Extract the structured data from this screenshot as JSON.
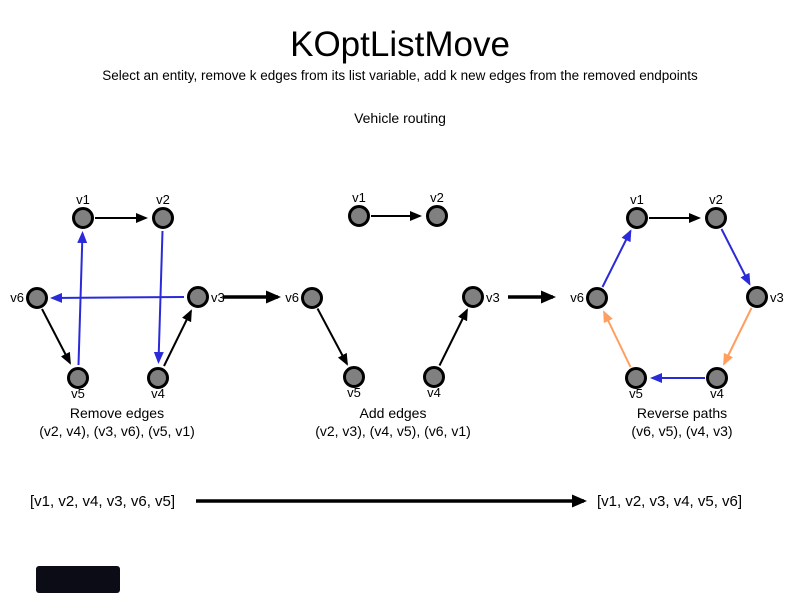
{
  "header": {
    "title": "KOptListMove",
    "subtitle": "Select an entity, remove k edges from its list variable, add k new edges from the removed endpoints",
    "context_label": "Vehicle routing"
  },
  "colors": {
    "node_fill": "#808080",
    "edge_default": "#000000",
    "edge_blue": "#2a2ad9",
    "edge_orange": "#ff9e5e"
  },
  "panels": [
    {
      "caption": "Remove edges",
      "detail": "(v2, v4), (v3, v6), (v5, v1)",
      "nodes": {
        "v1": "v1",
        "v2": "v2",
        "v3": "v3",
        "v4": "v4",
        "v5": "v5",
        "v6": "v6"
      },
      "edges": [
        {
          "from": "v1",
          "to": "v2",
          "color": "black"
        },
        {
          "from": "v6",
          "to": "v5",
          "color": "black"
        },
        {
          "from": "v4",
          "to": "v3",
          "color": "black"
        },
        {
          "from": "v5",
          "to": "v1",
          "color": "blue"
        },
        {
          "from": "v2",
          "to": "v4",
          "color": "blue"
        },
        {
          "from": "v3",
          "to": "v6",
          "color": "blue"
        }
      ]
    },
    {
      "caption": "Add edges",
      "detail": "(v2, v3), (v4, v5), (v6, v1)",
      "nodes": {
        "v1": "v1",
        "v2": "v2",
        "v3": "v3",
        "v4": "v4",
        "v5": "v5",
        "v6": "v6"
      },
      "edges": [
        {
          "from": "v1",
          "to": "v2",
          "color": "black"
        },
        {
          "from": "v6",
          "to": "v5",
          "color": "black"
        },
        {
          "from": "v4",
          "to": "v3",
          "color": "black"
        }
      ]
    },
    {
      "caption": "Reverse paths",
      "detail": "(v6, v5), (v4, v3)",
      "nodes": {
        "v1": "v1",
        "v2": "v2",
        "v3": "v3",
        "v4": "v4",
        "v5": "v5",
        "v6": "v6"
      },
      "edges": [
        {
          "from": "v1",
          "to": "v2",
          "color": "black"
        },
        {
          "from": "v2",
          "to": "v3",
          "color": "blue"
        },
        {
          "from": "v3",
          "to": "v4",
          "color": "orange"
        },
        {
          "from": "v4",
          "to": "v5",
          "color": "blue"
        },
        {
          "from": "v5",
          "to": "v6",
          "color": "orange"
        },
        {
          "from": "v6",
          "to": "v1",
          "color": "blue"
        }
      ]
    }
  ],
  "transformation": {
    "before_list": "[v1, v2, v4, v3, v6, v5]",
    "after_list": "[v1, v2, v3, v4, v5, v6]"
  }
}
